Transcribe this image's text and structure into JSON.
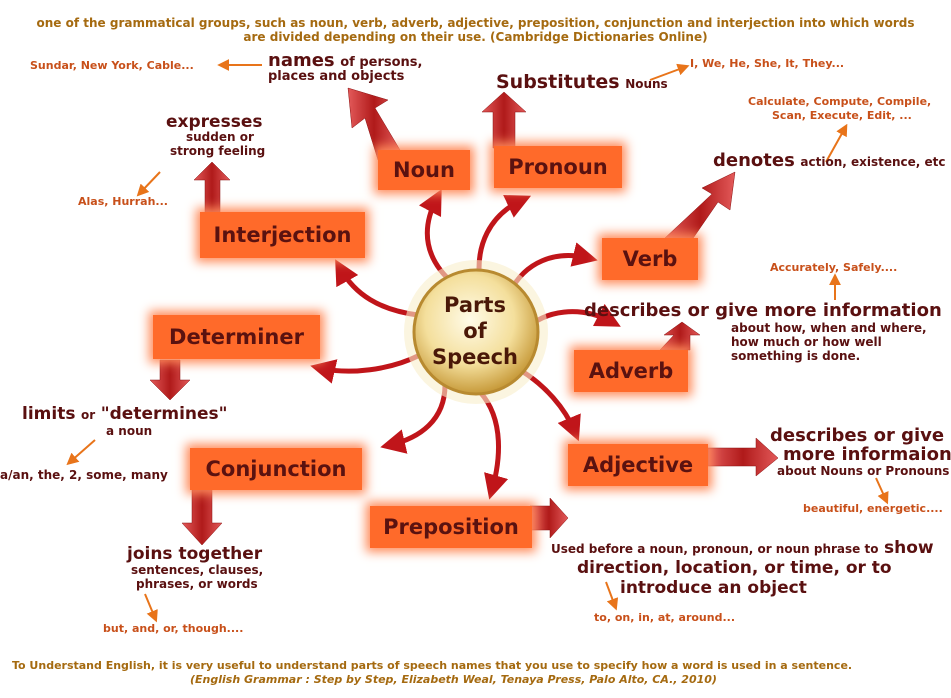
{
  "header": {
    "line1": "one of the grammatical groups, such as noun, verb, adverb, adjective, preposition, conjunction and interjection into which words",
    "line2": "are divided depending on their use. (Cambridge Dictionaries Online)"
  },
  "center": {
    "line1": "Parts",
    "line2": "of",
    "line3": "Speech"
  },
  "noun": {
    "label": "Noun",
    "desc_head": "names",
    "desc_rest": "of persons,",
    "desc_line2": "places and objects",
    "examples": "Sundar, New York, Cable..."
  },
  "pronoun": {
    "label": "Pronoun",
    "desc_head": "Substitutes",
    "desc_rest": "Nouns",
    "examples": "I, We, He, She, It, They..."
  },
  "verb": {
    "label": "Verb",
    "desc_head": "denotes",
    "desc_rest": "action, existence, etc",
    "examples_line1": "Calculate, Compute, Compile,",
    "examples_line2": "Scan, Execute, Edit, ..."
  },
  "adverb": {
    "label": "Adverb",
    "desc_head": "describes or give more information",
    "desc_line2": "about how, when and where,",
    "desc_line3": "how much or how well",
    "desc_line4": "something is done.",
    "examples": "Accurately, Safely...."
  },
  "adjective": {
    "label": "Adjective",
    "desc_line1": "describes or give",
    "desc_line2": "more informaion",
    "desc_line3": "about Nouns or Pronouns",
    "examples": "beautiful, energetic...."
  },
  "preposition": {
    "label": "Preposition",
    "desc_line1_small": "Used before a noun, pronoun, or noun phrase to",
    "desc_line1_big": "show",
    "desc_line2": "direction, location, or time, or to",
    "desc_line3": "introduce an object",
    "examples": "to, on, in, at, around..."
  },
  "conjunction": {
    "label": "Conjunction",
    "desc_head": "joins together",
    "desc_line2": "sentences, clauses,",
    "desc_line3": "phrases, or words",
    "examples": "but, and, or, though...."
  },
  "determiner": {
    "label": "Determiner",
    "desc_head1": "limits",
    "desc_or": "or",
    "desc_head2": "\"determines\"",
    "desc_line2": "a noun",
    "examples": "a/an, the, 2, some, many"
  },
  "interjection": {
    "label": "Interjection",
    "desc_head": "expresses",
    "desc_line2": "sudden or",
    "desc_line3": "strong feeling",
    "examples": "Alas, Hurrah..."
  },
  "footer": {
    "line1": "To Understand English, it is very useful to understand parts of speech names that you use to specify how a word is used in a sentence.",
    "line2": "(English Grammar : Step by Step, Elizabeth Weal, Tenaya Press, Palo Alto, CA., 2010)"
  },
  "colors": {
    "box": "#ff6a2a",
    "arrow": "#c0151a",
    "dark_text": "#5a1010",
    "example_text": "#c8501a",
    "header_text": "#a56a10"
  }
}
